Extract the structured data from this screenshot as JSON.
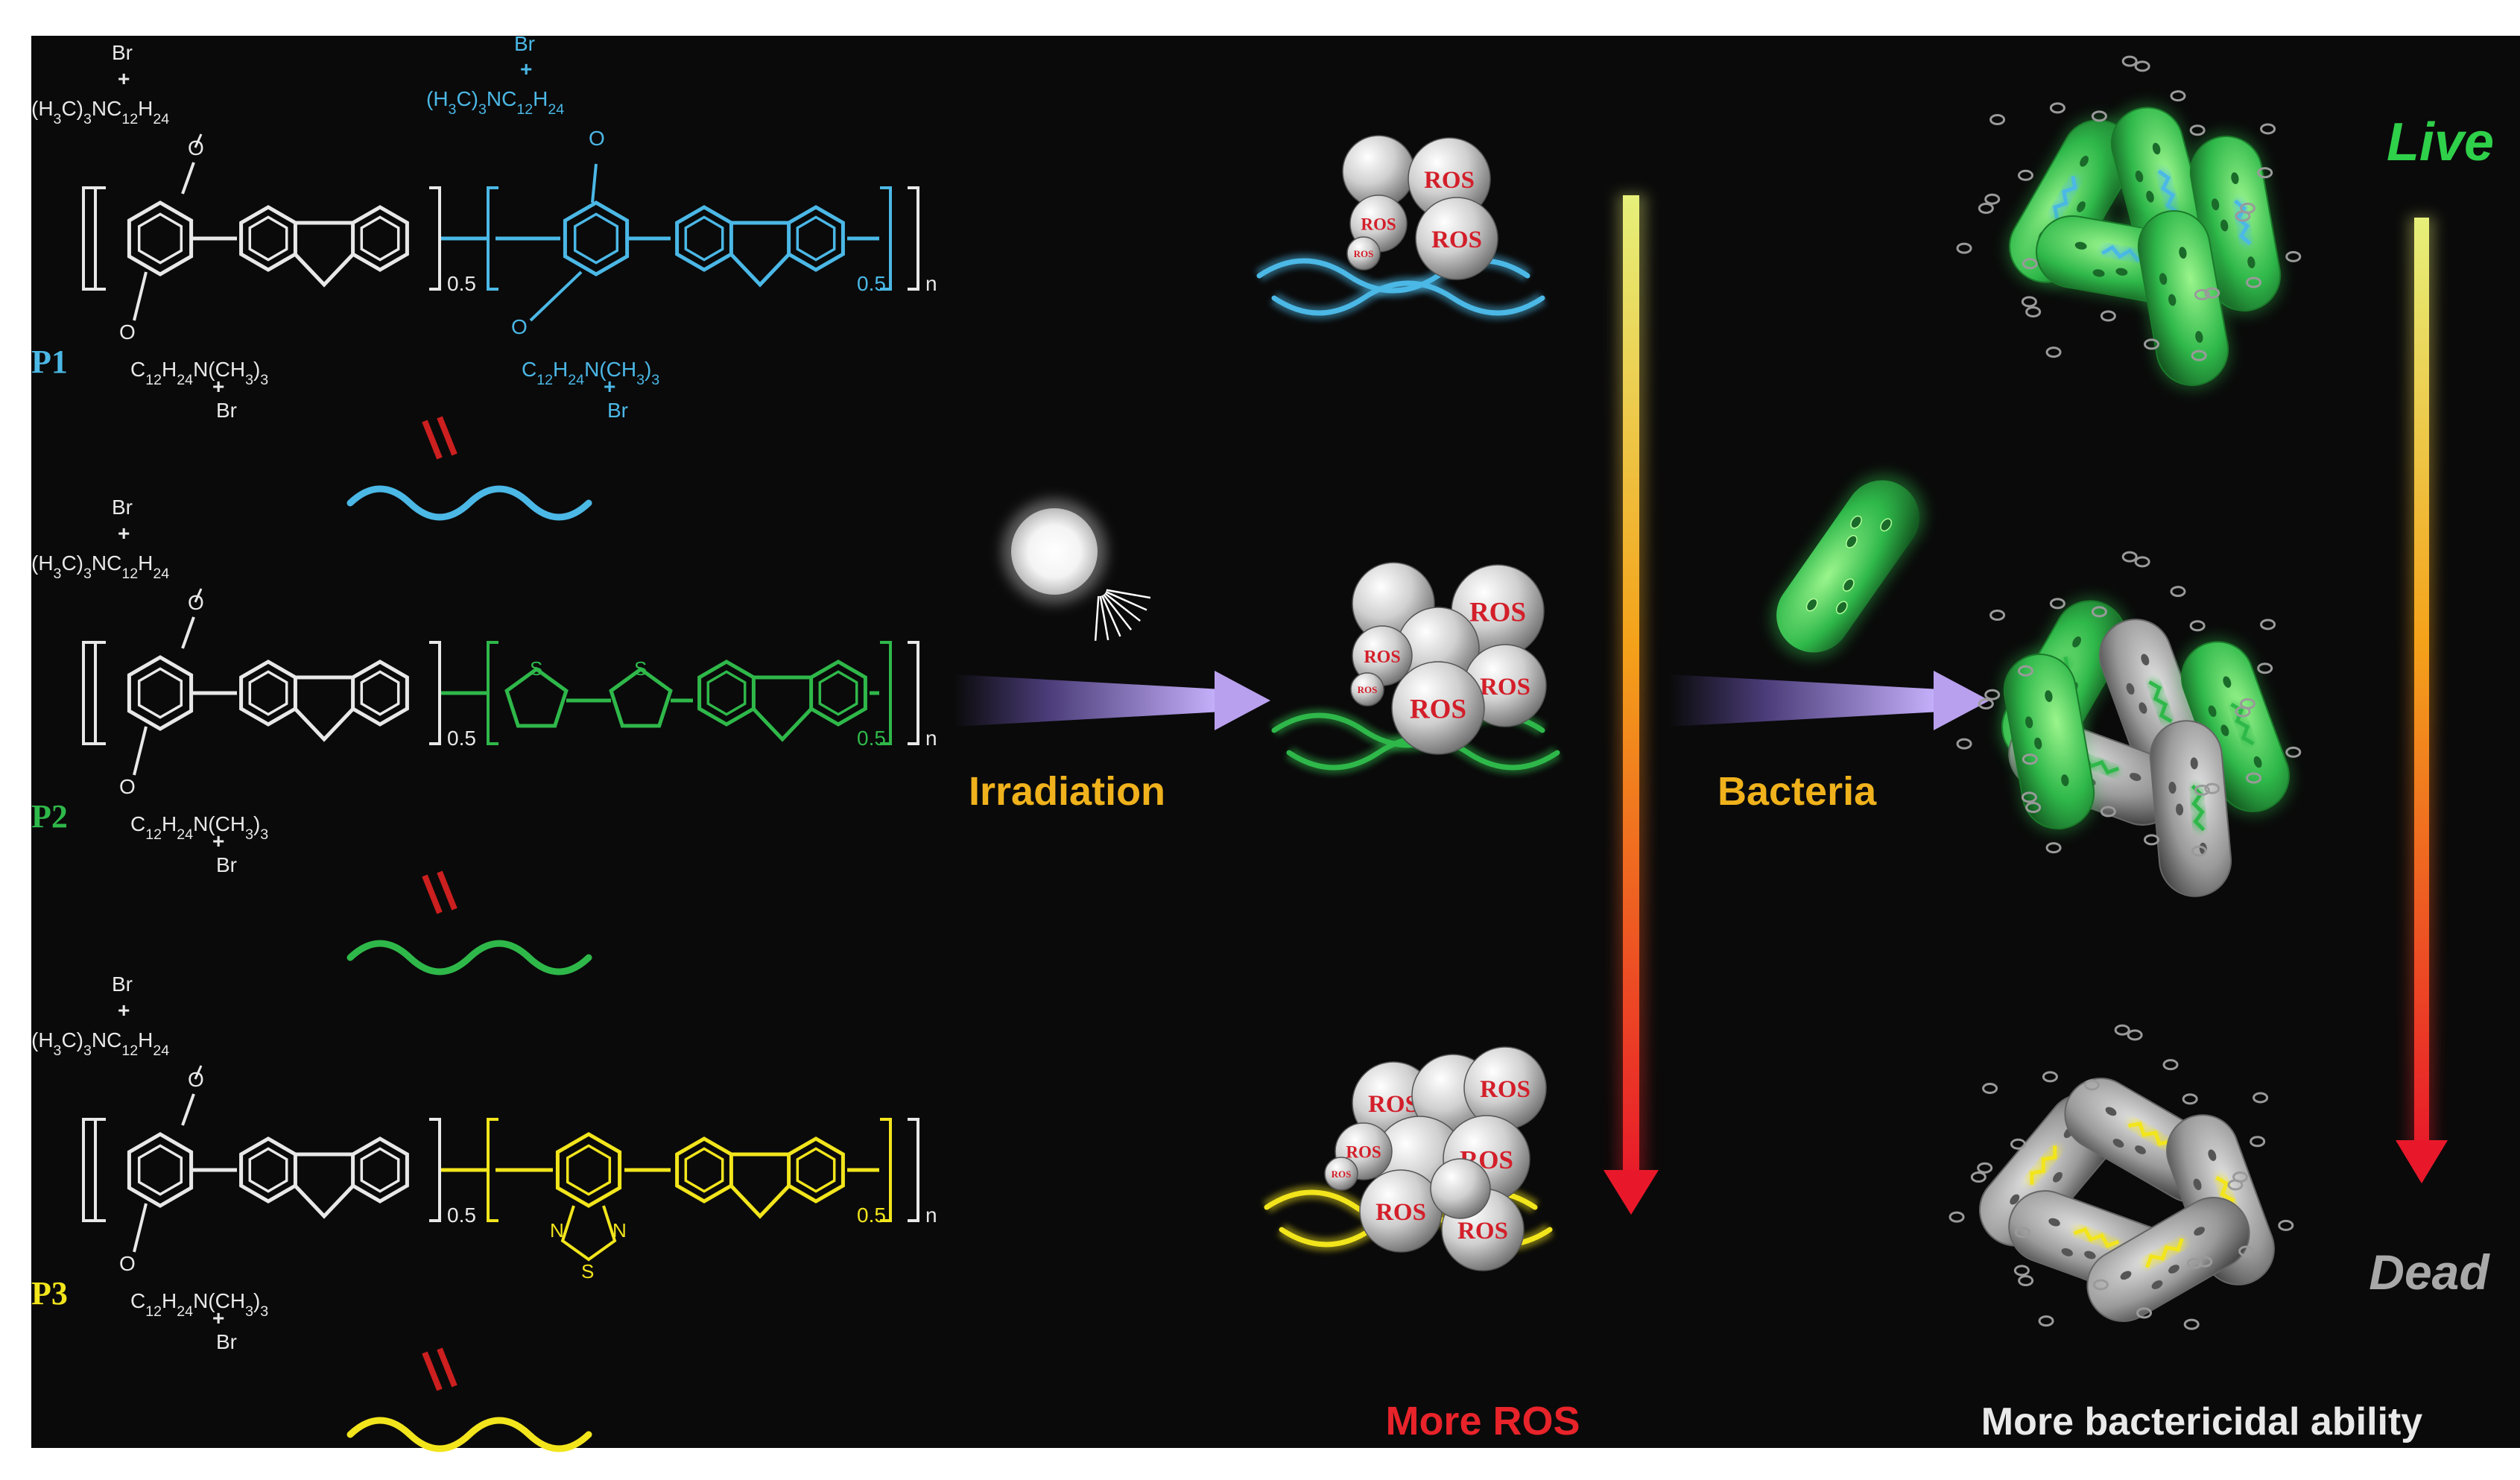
{
  "colors": {
    "background": "#0a0a0a",
    "p1": "#4bb8e6",
    "p2": "#2fb84a",
    "p3": "#f2e51c",
    "equals": "#cc1f1f",
    "label_orange": "#f0b21c",
    "label_red": "#e8232a",
    "label_white": "#e9e9e9",
    "live_green": "#2fd04a",
    "dead_gray": "#a8a8a8",
    "arrow_purple": "#b9a0ee"
  },
  "polymers": [
    {
      "label": "P1",
      "br": "Br",
      "plus": "+",
      "top_sub": "(H3C)3NC12H24",
      "bot_sub": "C12H24N(CH3)3",
      "o": "O",
      "ratio1": "0.5",
      "ratio2": "0.5",
      "n": "n"
    },
    {
      "label": "P2",
      "br": "Br",
      "plus": "+",
      "top_sub": "(H3C)3NC12H24",
      "bot_sub": "C12H24N(CH3)3",
      "o": "O",
      "s": "S",
      "ratio1": "0.5",
      "ratio2": "0.5",
      "n": "n"
    },
    {
      "label": "P3",
      "br": "Br",
      "plus": "+",
      "top_sub": "(H3C)3NC12H24",
      "bot_sub": "C12H24N(CH3)3",
      "o": "O",
      "btd_n": "N",
      "btd_s": "S",
      "ratio1": "0.5",
      "ratio2": "0.5",
      "n": "n"
    }
  ],
  "labels": {
    "irradiation": "Irradiation",
    "bacteria": "Bacteria",
    "more_ros": "More ROS",
    "more_bactericidal": "More bactericidal ability",
    "live": "Live",
    "dead": "Dead",
    "ros": "ROS"
  }
}
